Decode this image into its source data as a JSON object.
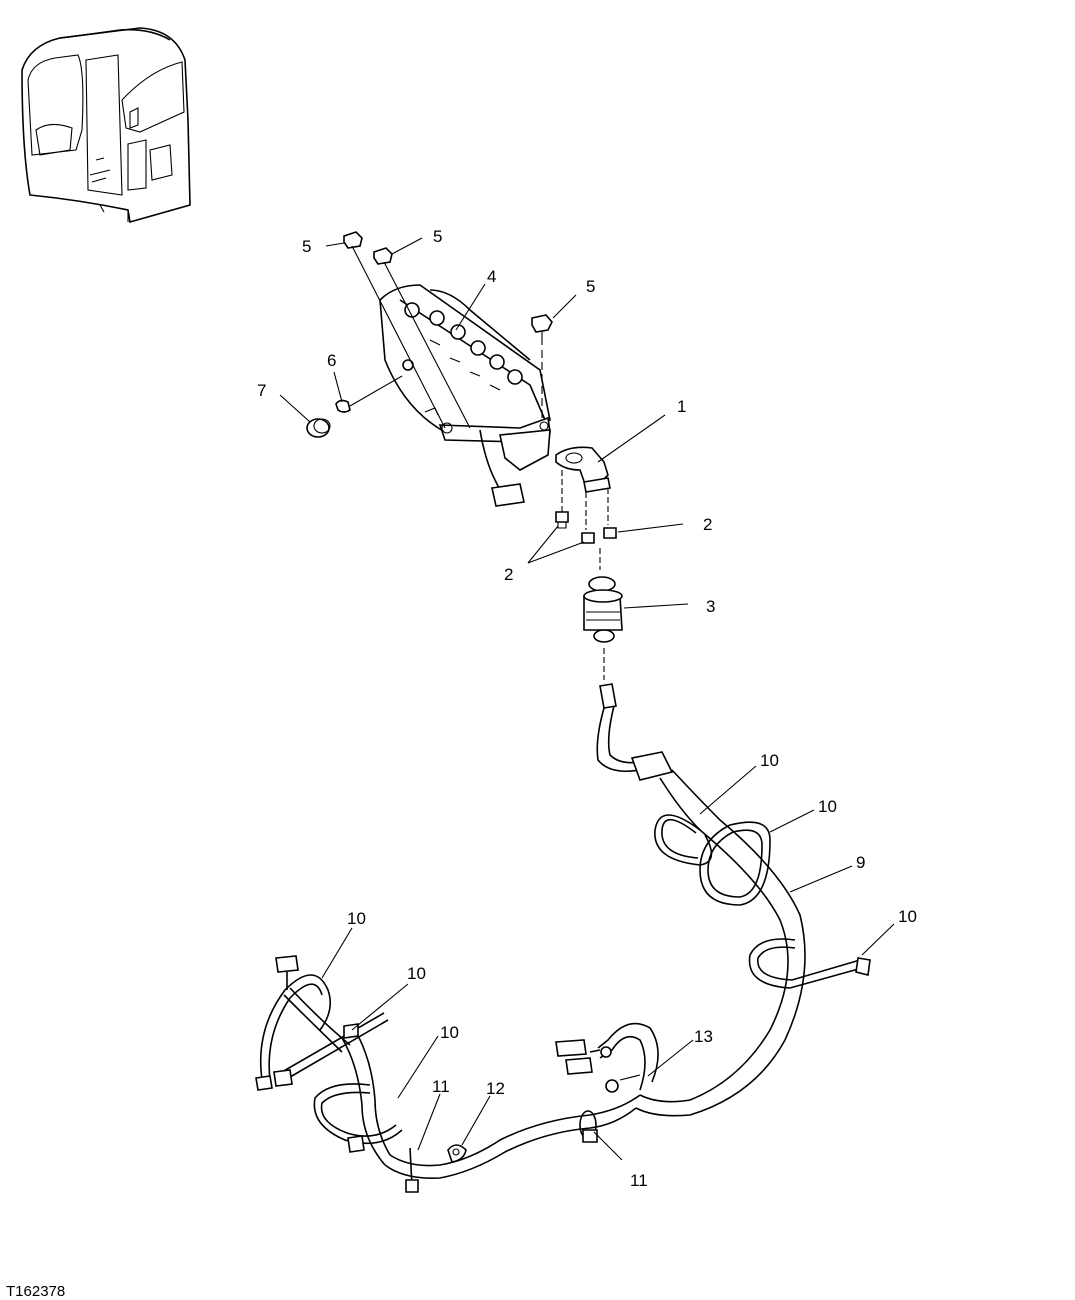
{
  "figure_id": "T162378",
  "callouts": {
    "c1": "1",
    "c2a": "2",
    "c2b": "2",
    "c3": "3",
    "c4": "4",
    "c5a": "5",
    "c5b": "5",
    "c5c": "5",
    "c6": "6",
    "c7": "7",
    "c9": "9",
    "c10a": "10",
    "c10b": "10",
    "c10c": "10",
    "c10d": "10",
    "c10e": "10",
    "c10f": "10",
    "c11a": "11",
    "c11b": "11",
    "c12": "12",
    "c13": "13"
  }
}
